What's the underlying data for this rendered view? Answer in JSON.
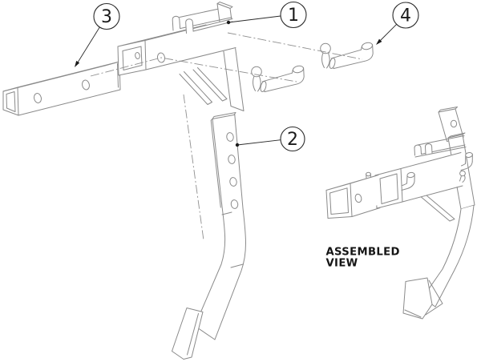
{
  "diagram": {
    "type": "exploded-parts-diagram",
    "background_color": "#ffffff",
    "line_color": "#8a8a8a",
    "annotation_color": "#1a1a1a",
    "callouts": [
      {
        "label": "1",
        "part": "mount-bracket"
      },
      {
        "label": "2",
        "part": "ripper-shank"
      },
      {
        "label": "3",
        "part": "square-tube-insert"
      },
      {
        "label": "4",
        "part": "bent-hitch-pin-with-clip"
      }
    ],
    "assembled_view_label": {
      "line1": "ASSEMBLED",
      "line2": "VIEW"
    }
  }
}
